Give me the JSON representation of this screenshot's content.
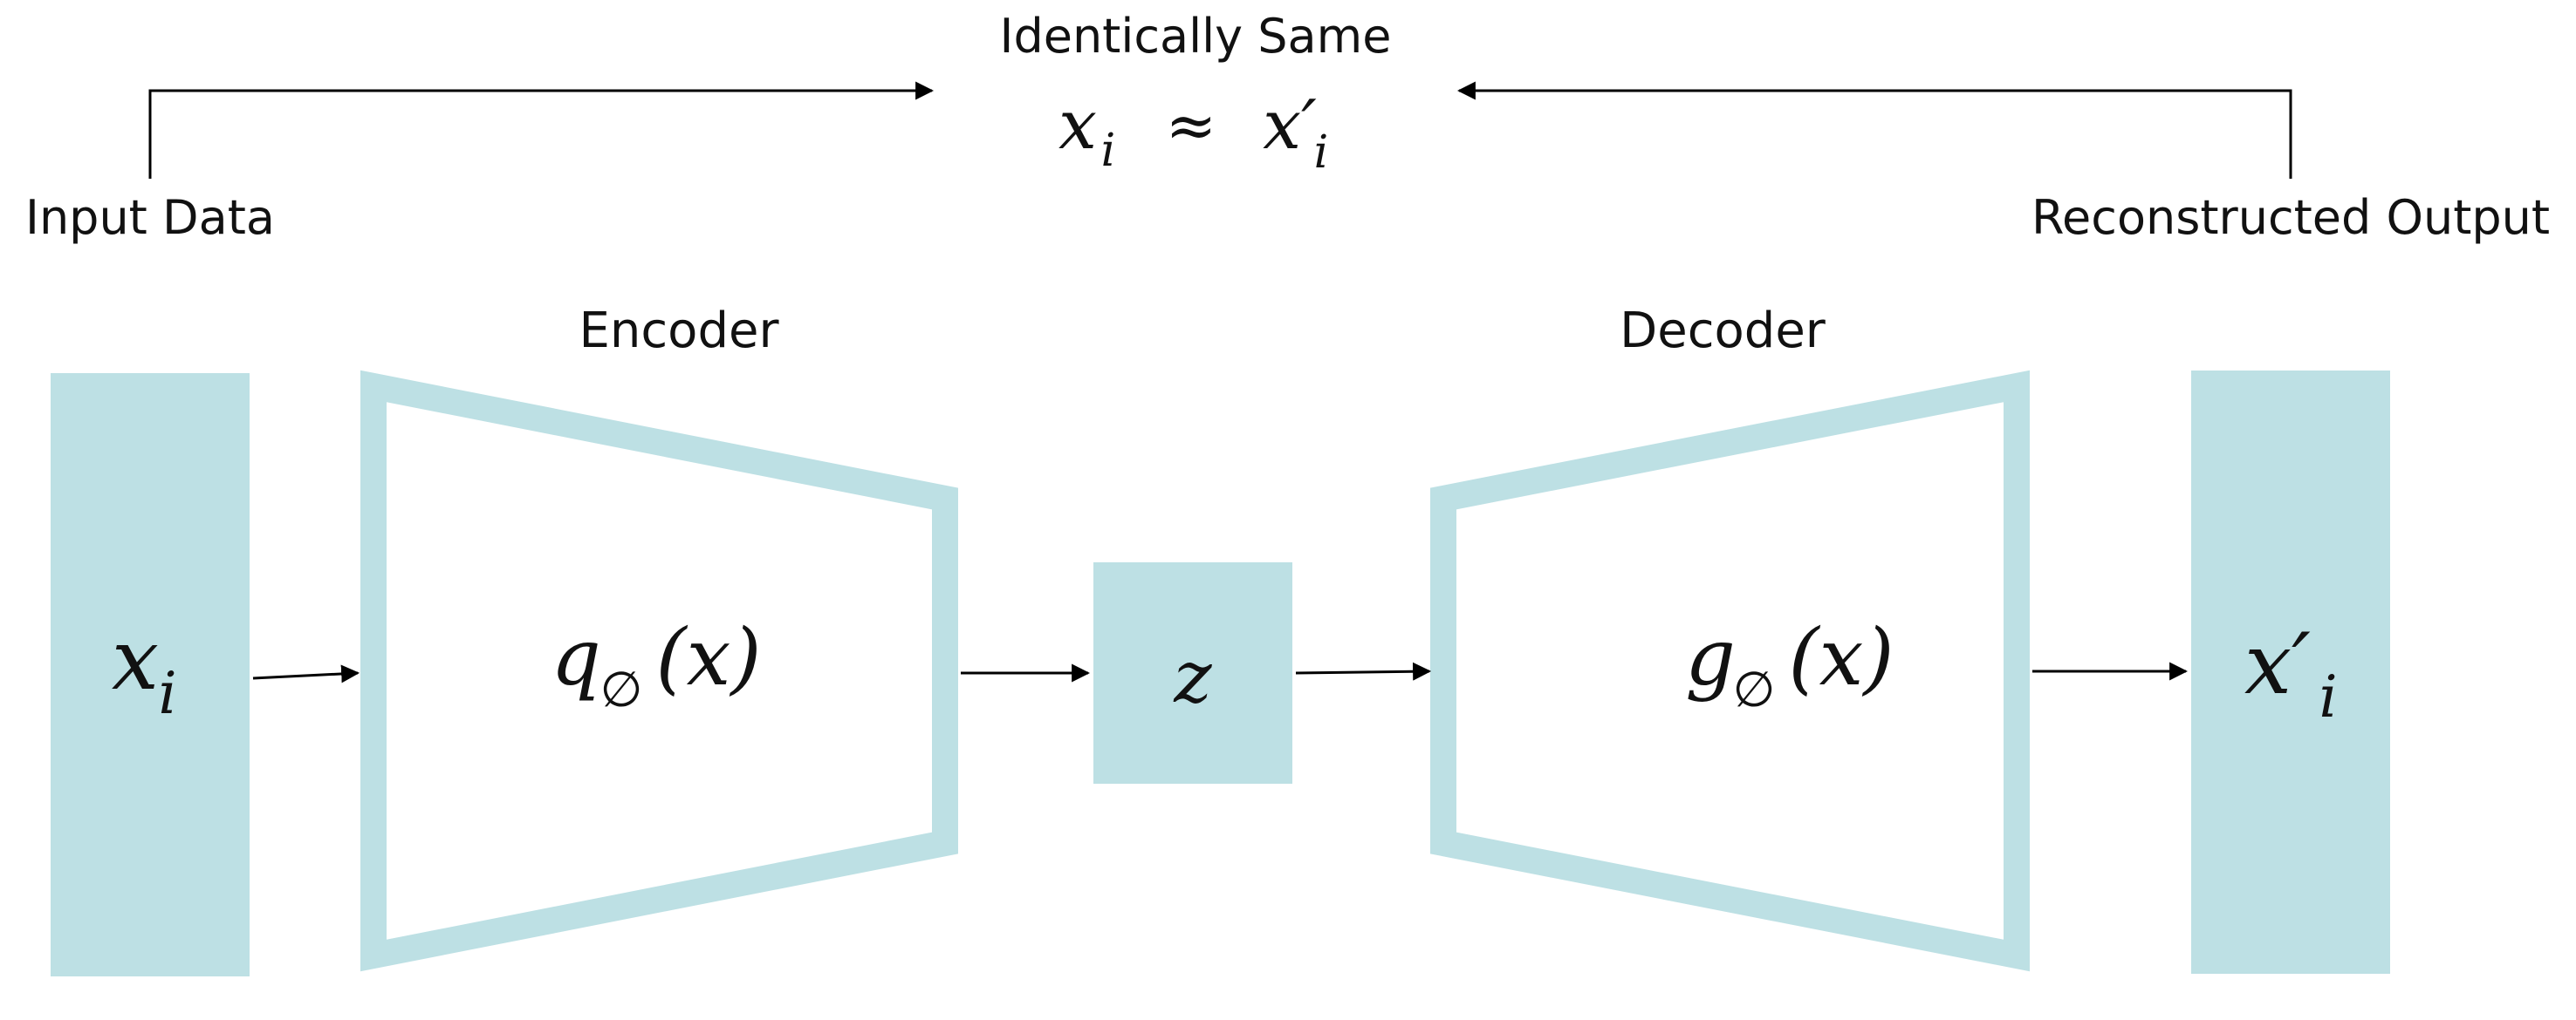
{
  "colors": {
    "block_fill": "#bde0e4",
    "stroke": "#000000",
    "background": "#ffffff",
    "text": "#111111"
  },
  "labels": {
    "top_title": "Identically Same",
    "input_data": "Input Data",
    "reconstructed_output": "Reconstructed Output",
    "encoder": "Encoder",
    "decoder": "Decoder"
  },
  "equation": {
    "left_var": "x",
    "left_sub": "i",
    "approx": "≈",
    "right_var": "x′",
    "right_sub": "i"
  },
  "blocks": {
    "input": {
      "var": "x",
      "sub": "i"
    },
    "encoder_fn": {
      "name": "q",
      "sub": "∅",
      "arg": "(x)"
    },
    "latent": {
      "var": "z"
    },
    "decoder_fn": {
      "name": "g",
      "sub": "∅",
      "arg": "(x)"
    },
    "output": {
      "var": "x′",
      "sub": "i"
    }
  }
}
